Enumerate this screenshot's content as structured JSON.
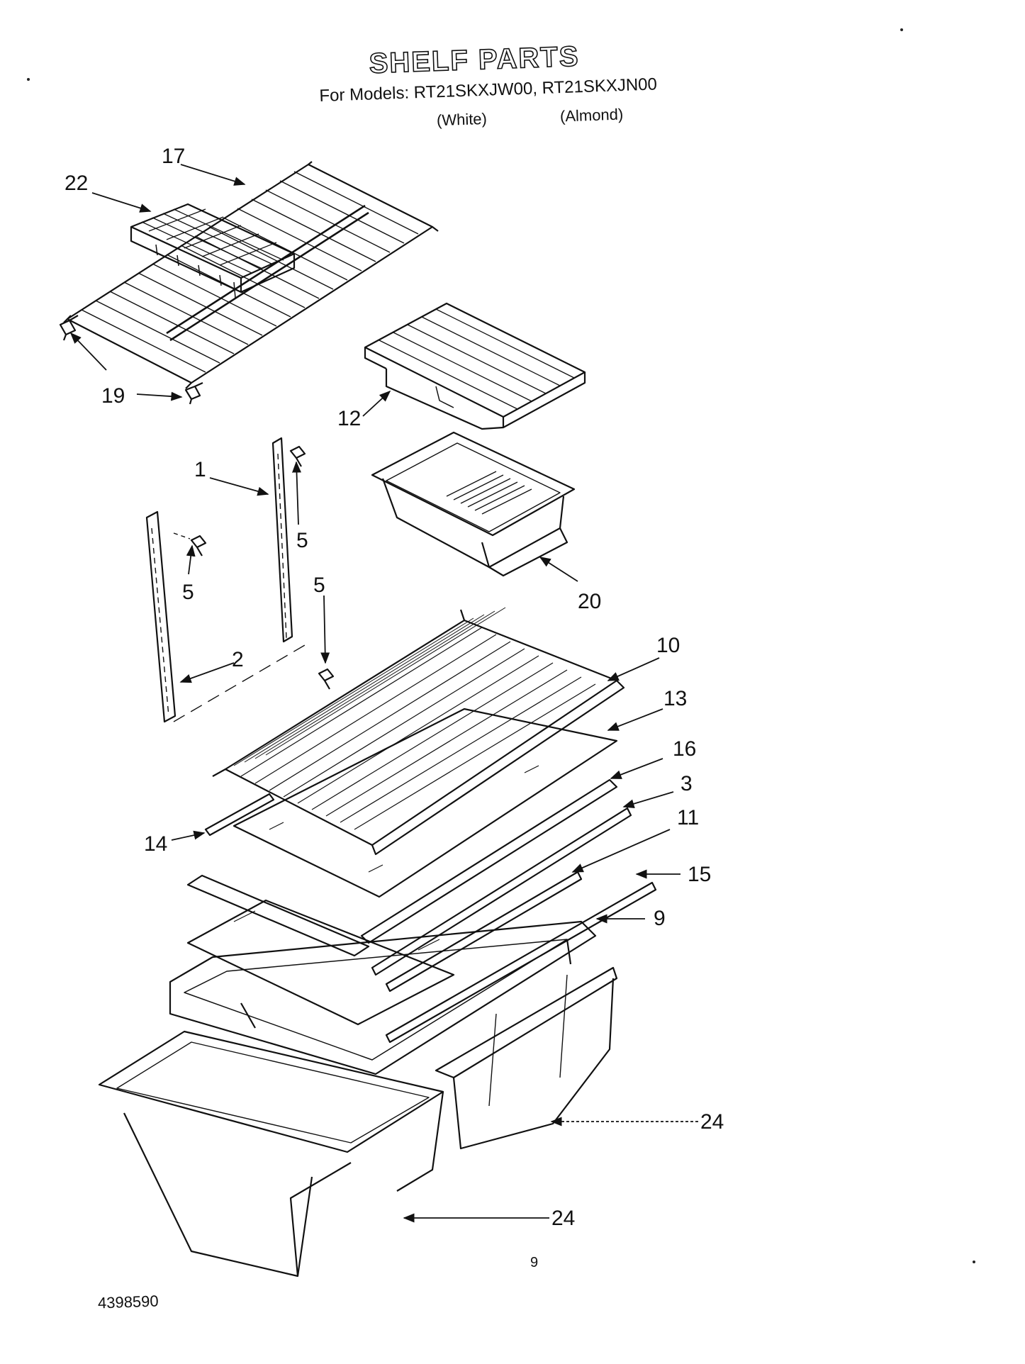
{
  "header": {
    "title": "SHELF PARTS",
    "models_line": "For Models: RT21SKXJW00, RT21SKXJN00",
    "variant_white": "(White)",
    "variant_almond": "(Almond)"
  },
  "callouts": {
    "c17": "17",
    "c22": "22",
    "c19": "19",
    "c12": "12",
    "c1": "1",
    "c5a": "5",
    "c5b": "5",
    "c5c": "5",
    "c20": "20",
    "c2": "2",
    "c10": "10",
    "c13": "13",
    "c16": "16",
    "c3": "3",
    "c11": "11",
    "c14": "14",
    "c15": "15",
    "c9": "9",
    "c24a": "24",
    "c24b": "24"
  },
  "footer": {
    "page_number": "9",
    "document_number": "4398590"
  }
}
